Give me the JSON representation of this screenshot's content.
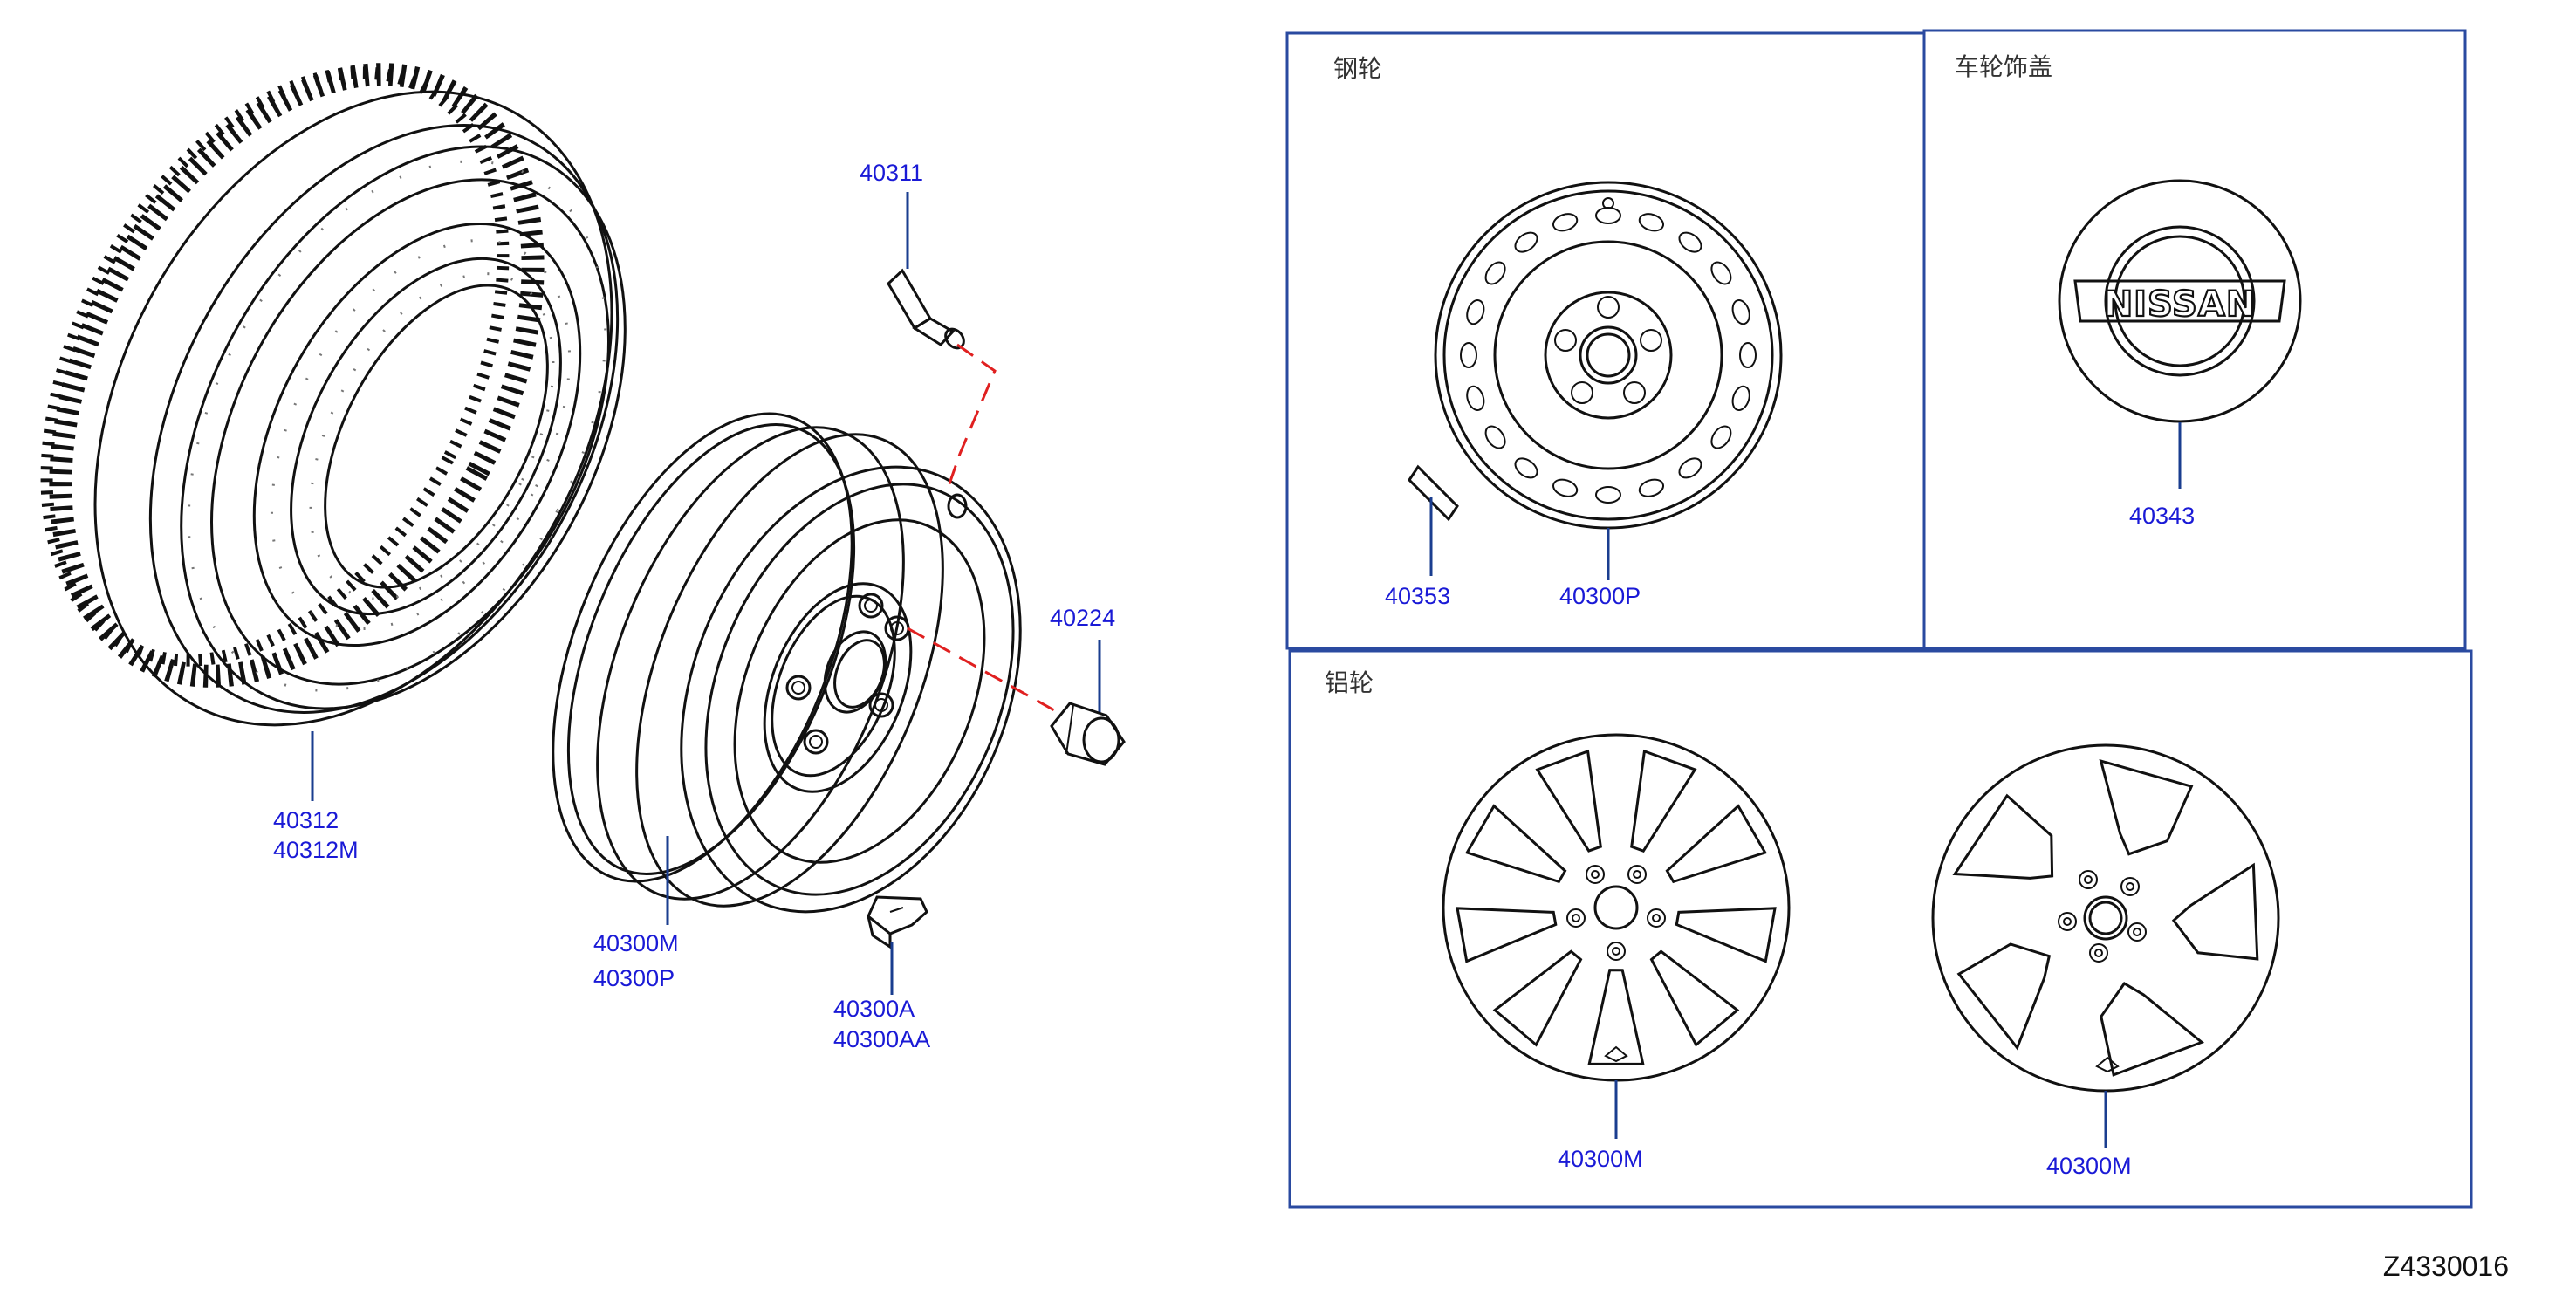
{
  "sections": {
    "steel_wheel": "钢轮",
    "wheel_cover": "车轮饰盖",
    "aluminum_wheel": "铝轮"
  },
  "parts": {
    "valve": "40311",
    "tire_1": "40312",
    "tire_2": "40312M",
    "nut": "40224",
    "wheel_1": "40300M",
    "wheel_2": "40300P",
    "weight_1": "40300A",
    "weight_2": "40300AA",
    "steel_weight": "40353",
    "steel_wheel": "40300P",
    "ornament": "40343",
    "alloy_9spoke": "40300M",
    "alloy_5spoke": "40300M"
  },
  "ornament_brand": "NISSAN",
  "diagram_id": "Z4330016",
  "colors": {
    "label": "#1a1ad6",
    "frame": "#2a4aa0",
    "dashed_line": "#e02020"
  }
}
